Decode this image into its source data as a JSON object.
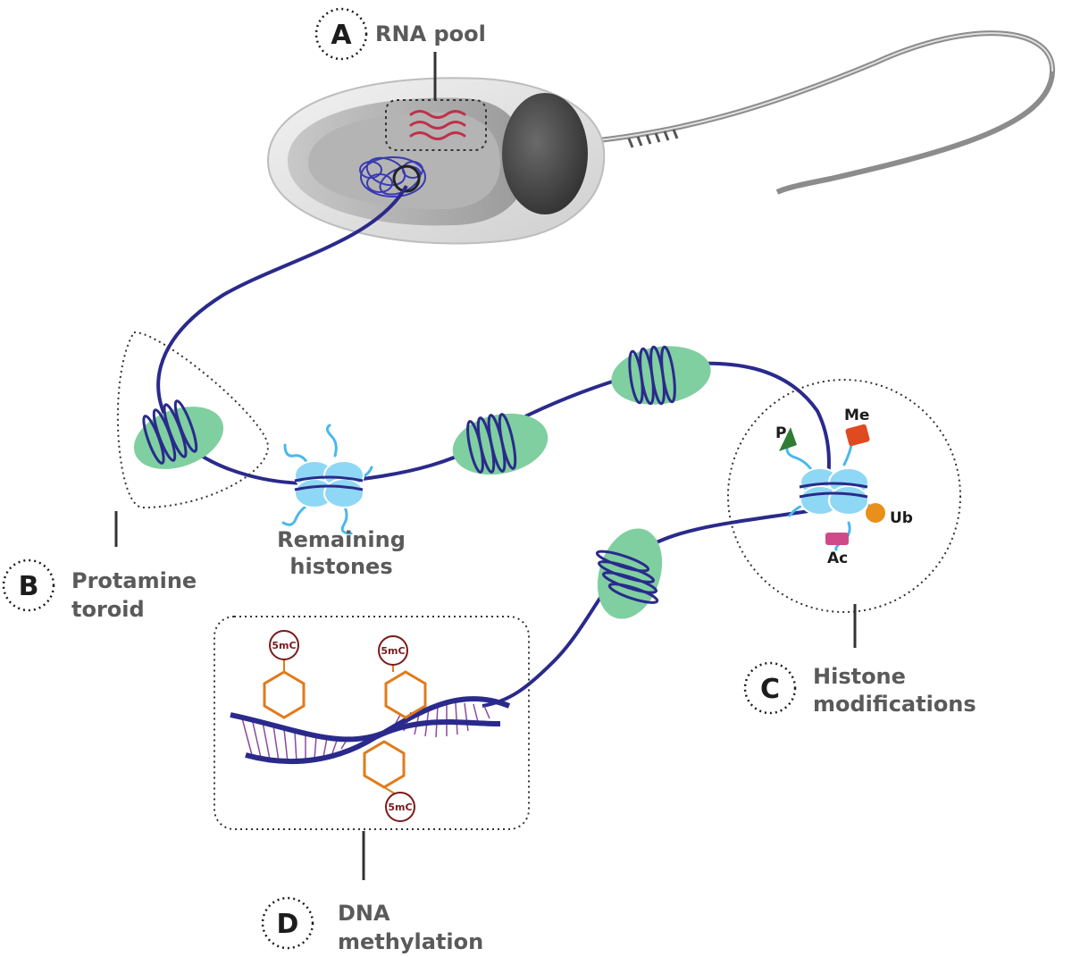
{
  "labels": {
    "A": {
      "letter": "A",
      "text": "RNA pool"
    },
    "B": {
      "letter": "B",
      "line1": "Protamine",
      "line2": "toroid"
    },
    "C": {
      "letter": "C",
      "line1": "Histone",
      "line2": "modifications"
    },
    "D": {
      "letter": "D",
      "line1": "DNA",
      "line2": "methylation"
    },
    "remaining": {
      "line1": "Remaining",
      "line2": "histones"
    }
  },
  "modifications": {
    "P": "P",
    "Me": "Me",
    "Ub": "Ub",
    "Ac": "Ac"
  },
  "methylation_mark": "5mC",
  "colors": {
    "dna": "#2a2a8c",
    "protamine": "#7fcfa0",
    "histone": "#8fd8f5",
    "rna": "#c0304a",
    "methyl_hex": "#e07b1a",
    "methyl_circle": "#7a1a1a",
    "mod_P": "#2e7d32",
    "mod_Me": "#e04a20",
    "mod_Ub": "#e8901a",
    "mod_Ac": "#d04a8a"
  }
}
